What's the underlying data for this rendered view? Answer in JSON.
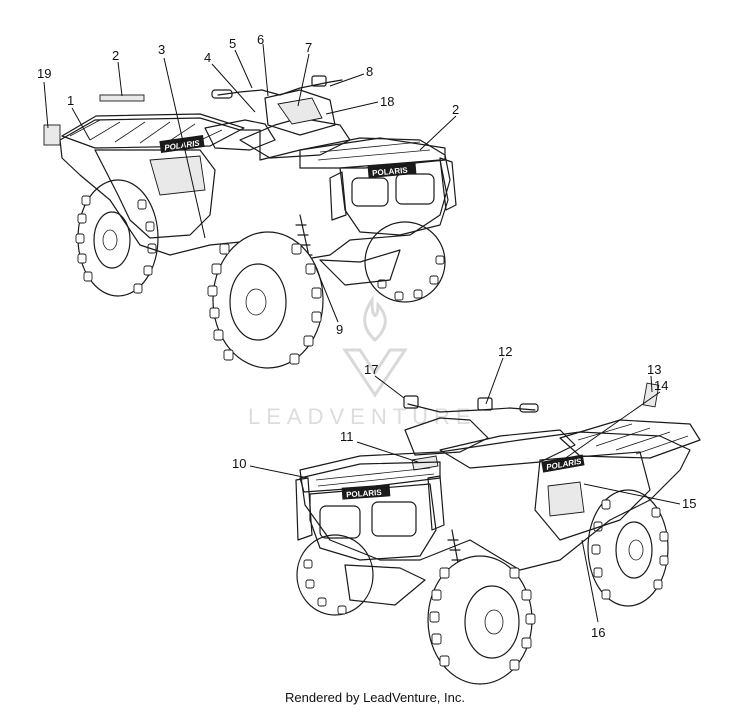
{
  "watermark": {
    "text": "LEADVENTURE"
  },
  "footer": {
    "text": "Rendered by LeadVenture, Inc."
  },
  "brand_decals": {
    "side": "POLARIS",
    "front": "POLARIS"
  },
  "callouts": {
    "c1": "1",
    "c2a": "2",
    "c2b": "2",
    "c3": "3",
    "c4": "4",
    "c5": "5",
    "c6": "6",
    "c7": "7",
    "c8": "8",
    "c9": "9",
    "c10": "10",
    "c11": "11",
    "c12": "12",
    "c13": "13",
    "c14": "14",
    "c15": "15",
    "c16": "16",
    "c17": "17",
    "c18": "18",
    "c19": "19"
  },
  "icons": {
    "watermark_logo": "flame-chevron-logo"
  }
}
